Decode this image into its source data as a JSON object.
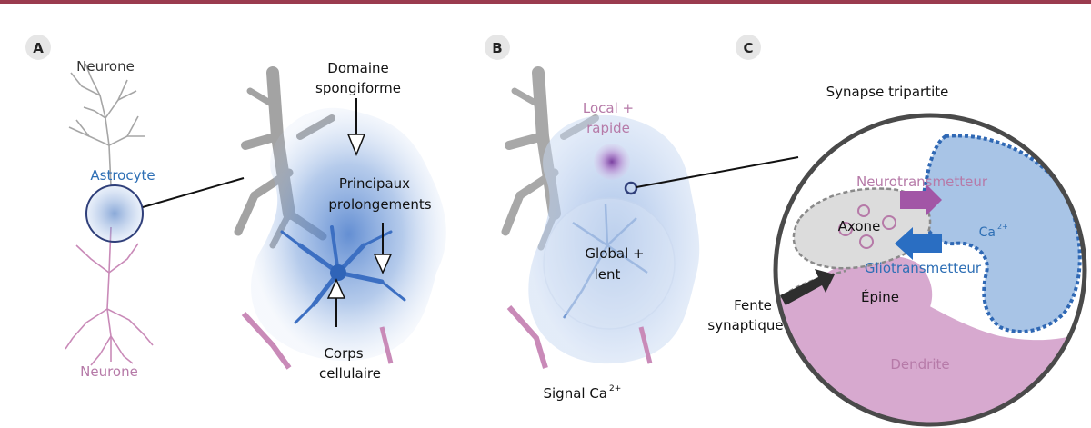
{
  "panels": {
    "a": {
      "letter": "A",
      "neuron_top": "Neurone",
      "neuron_bottom": "Neurone",
      "astrocyte": "Astrocyte",
      "spongiform_line1": "Domaine",
      "spongiform_line2": "spongiforme",
      "processes_line1": "Principaux",
      "processes_line2": "prolongements",
      "cellbody_line1": "Corps",
      "cellbody_line2": "cellulaire"
    },
    "b": {
      "letter": "B",
      "local_line1": "Local +",
      "local_line2": "rapide",
      "global_line1": "Global +",
      "global_line2": "lent",
      "signal": "Signal Ca",
      "signal_sup": "2+"
    },
    "c": {
      "letter": "C",
      "title": "Synapse tripartite",
      "neurotransmitter": "Neurotransmetteur",
      "gliotransmitter": "Gliotransmetteur",
      "axon": "Axone",
      "spine": "Épine",
      "dendrite": "Dendrite",
      "ca": "Ca",
      "ca_sup": "2+",
      "cleft_line1": "Fente",
      "cleft_line2": "synaptique"
    }
  },
  "colors": {
    "top_bar": "#9a3b4f",
    "astrocyte_blue": "#4f86cc",
    "neuron_pink": "#c98ab8",
    "neuron_gray": "#9a9a9a",
    "text_pink": "#b67aa8",
    "text_blue": "#2e6fb5",
    "dendrite_fill": "#d7a9cf",
    "ca_fill": "#a8c4e6"
  }
}
